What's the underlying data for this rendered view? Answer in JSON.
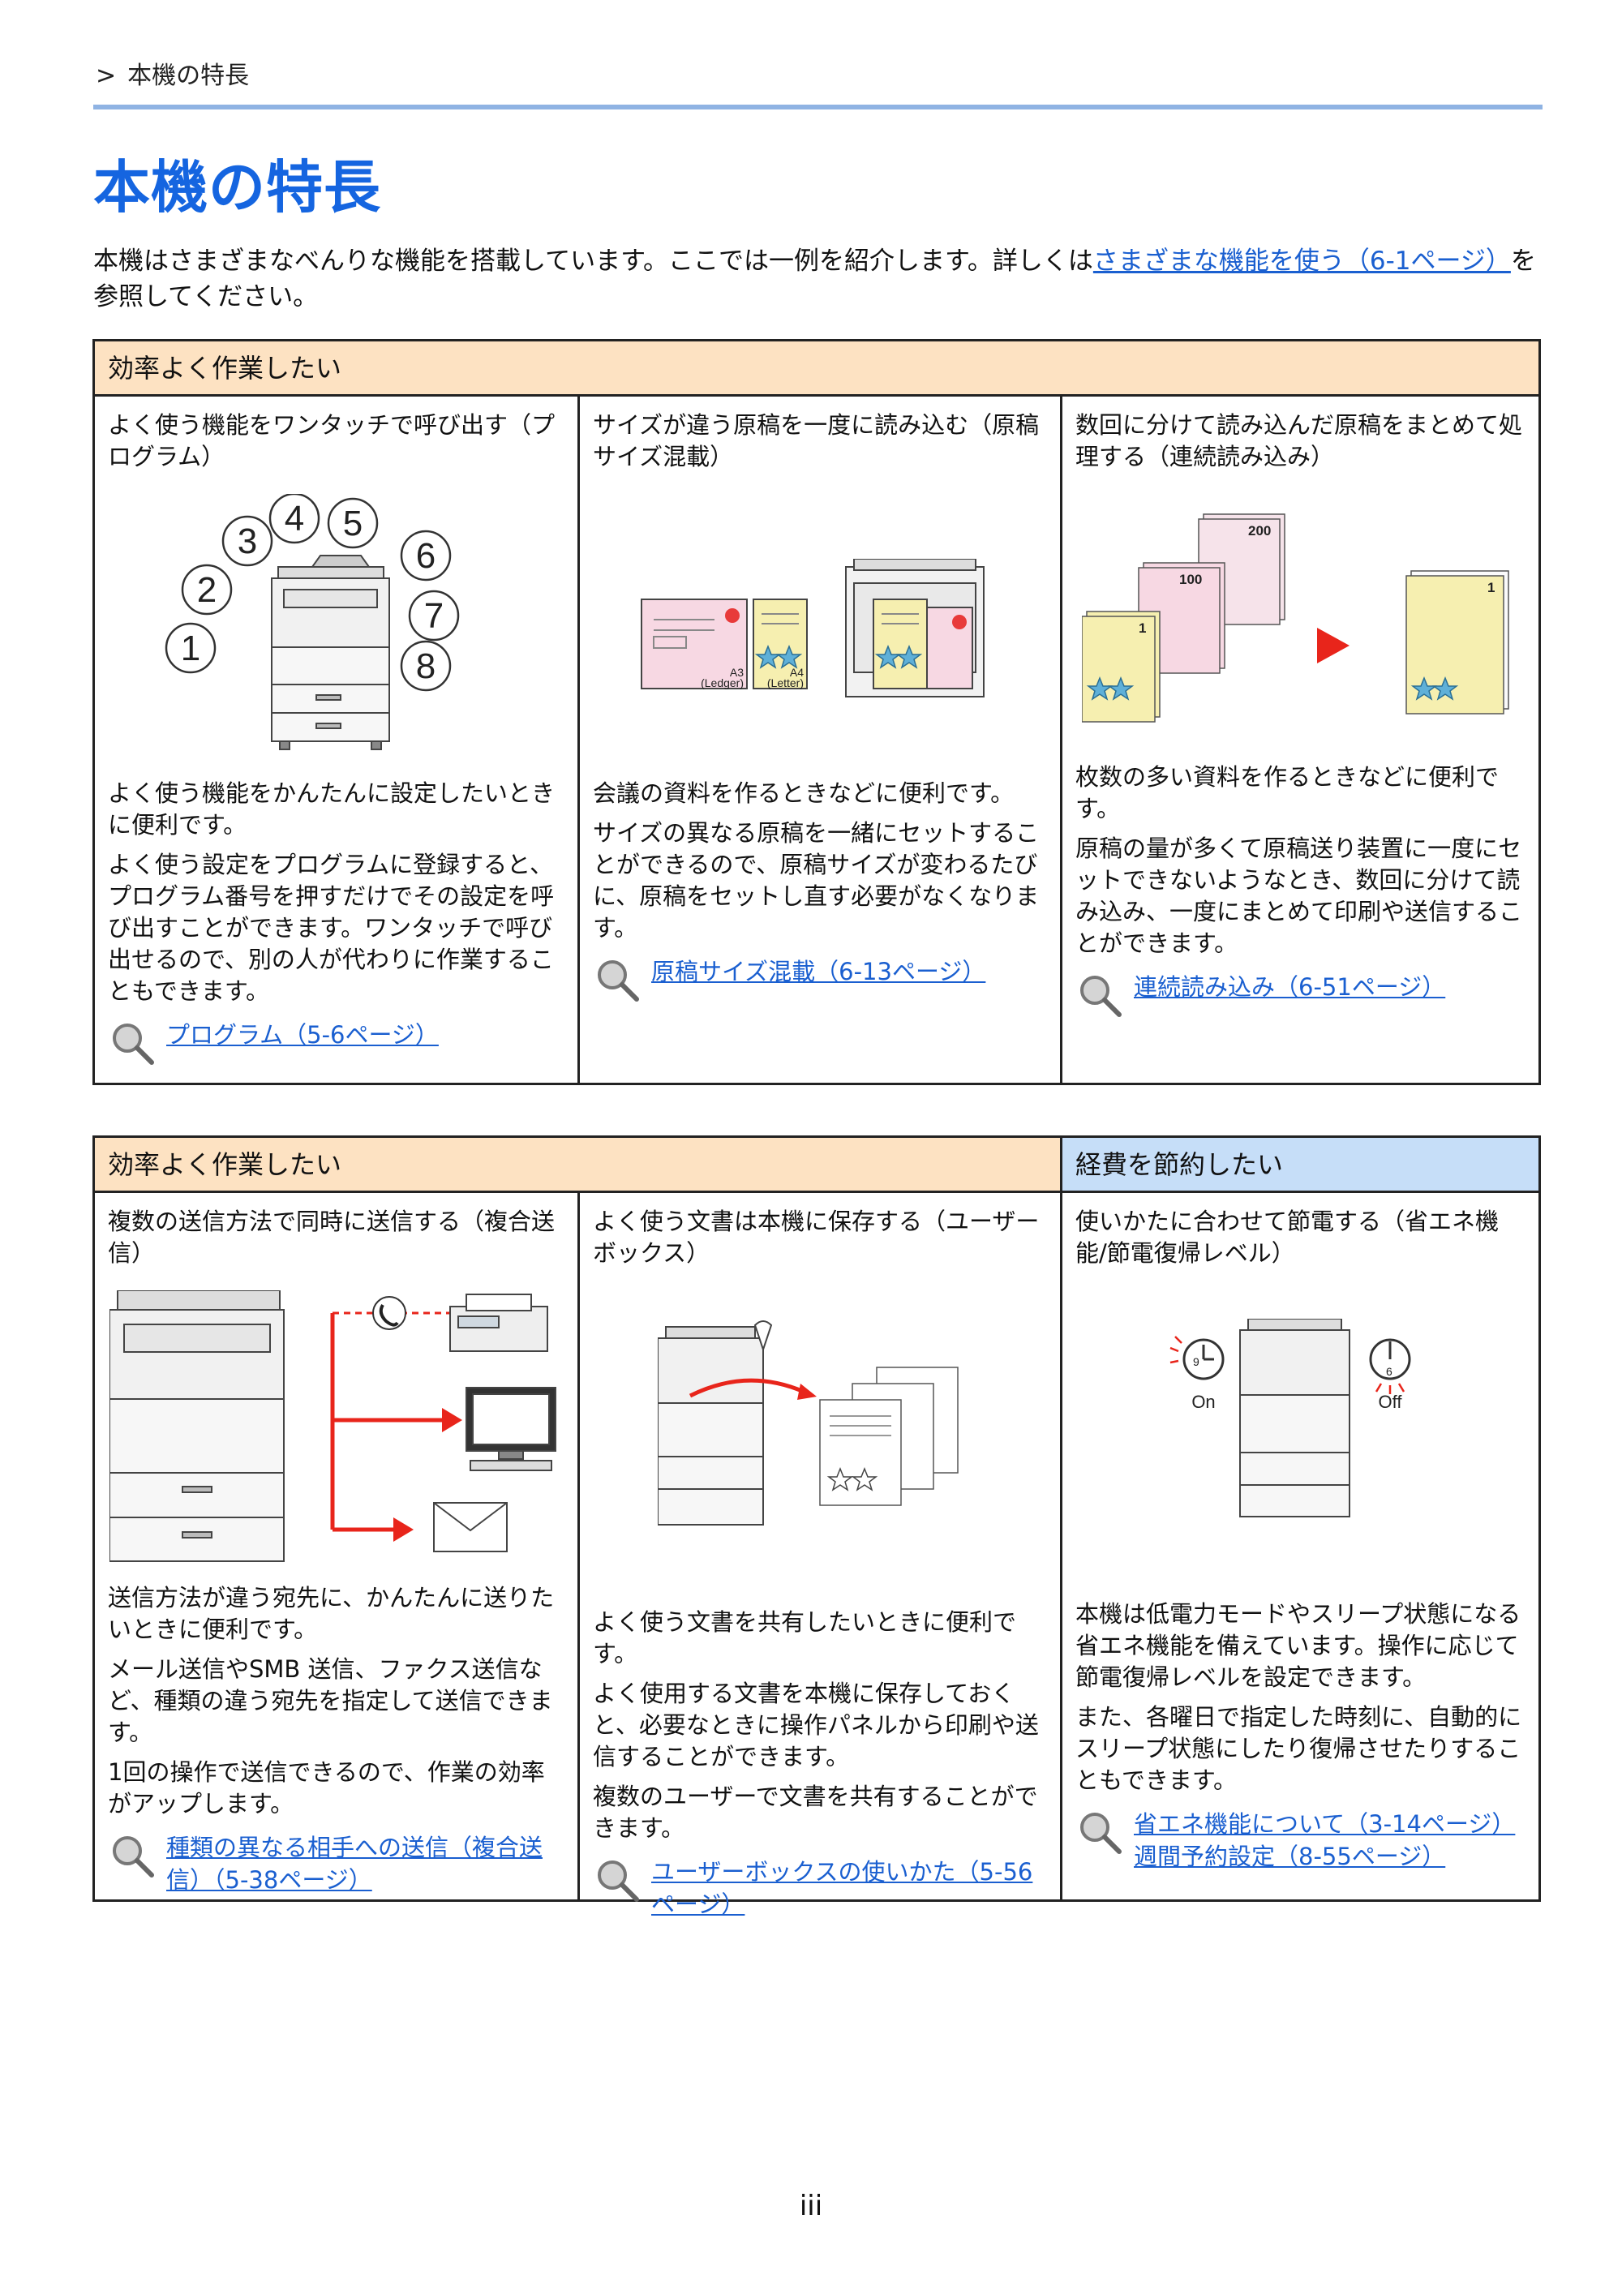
{
  "breadcrumb": {
    "chevron": ">",
    "label": "本機の特長"
  },
  "title": "本機の特長",
  "intro": {
    "text_before": "本機はさまざまなべんりな機能を搭載しています。ここでは一例を紹介します。詳しくは",
    "link": "さまざまな機能を使う（6-1ページ）",
    "text_after": "を参照してください。"
  },
  "panel1": {
    "band": "効率よく作業したい",
    "columns": [
      {
        "title": "よく使う機能をワンタッチで呼び出す（プログラム）",
        "figure_numbers": [
          "1",
          "2",
          "3",
          "4",
          "5",
          "6",
          "7",
          "8"
        ],
        "paragraphs": [
          "よく使う機能をかんたんに設定したいときに便利です。",
          "よく使う設定をプログラムに登録すると、プログラム番号を押すだけでその設定を呼び出すことができます。ワンタッチで呼び出せるので、別の人が代わりに作業することもできます。"
        ],
        "links": [
          "プログラム（5-6ページ）"
        ]
      },
      {
        "title": "サイズが違う原稿を一度に読み込む（原稿サイズ混載）",
        "figure_labels": {
          "a3": "A3",
          "ledger": "(Ledger)",
          "a4": "A4",
          "letter": "(Letter)"
        },
        "paragraphs": [
          "会議の資料を作るときなどに便利です。",
          "サイズの異なる原稿を一緒にセットすることができるので、原稿サイズが変わるたびに、原稿をセットし直す必要がなくなります。"
        ],
        "links": [
          "原稿サイズ混載（6-13ページ）"
        ]
      },
      {
        "title": "数回に分けて読み込んだ原稿をまとめて処理する（連続読み込み）",
        "figure_labels": {
          "n200": "200",
          "n100": "100",
          "n1": "1"
        },
        "paragraphs": [
          "枚数の多い資料を作るときなどに便利です。",
          "原稿の量が多くて原稿送り装置に一度にセットできないようなとき、数回に分けて読み込み、一度にまとめて印刷や送信することができます。"
        ],
        "links": [
          "連続読み込み（6-51ページ）"
        ]
      }
    ]
  },
  "panel2": {
    "band_left": "効率よく作業したい",
    "band_right": "経費を節約したい",
    "columns": [
      {
        "title": "複数の送信方法で同時に送信する（複合送信）",
        "paragraphs": [
          "送信方法が違う宛先に、かんたんに送りたいときに便利です。",
          "メール送信やSMB 送信、ファクス送信など、種類の違う宛先を指定して送信できます。",
          "1回の操作で送信できるので、作業の効率がアップします。"
        ],
        "links": [
          "種類の異なる相手への送信（複合送信）（5-38ページ）"
        ]
      },
      {
        "title": "よく使う文書は本機に保存する（ユーザーボックス）",
        "paragraphs": [
          "よく使う文書を共有したいときに便利です。",
          "よく使用する文書を本機に保存しておくと、必要なときに操作パネルから印刷や送信することができます。",
          "複数のユーザーで文書を共有することができます。"
        ],
        "links": [
          "ユーザーボックスの使いかた（5-56ページ）"
        ]
      },
      {
        "title": "使いかたに合わせて節電する（省エネ機能/節電復帰レベル）",
        "figure_labels": {
          "on": "On",
          "off": "Off",
          "clock_on": "9",
          "clock_off": "6"
        },
        "paragraphs": [
          "本機は低電力モードやスリープ状態になる省エネ機能を備えています。操作に応じて節電復帰レベルを設定できます。",
          "また、各曜日で指定した時刻に、自動的にスリープ状態にしたり復帰させたりすることもできます。"
        ],
        "links": [
          "省エネ機能について（3-14ページ）",
          "週間予約設定（8-55ページ）"
        ]
      }
    ]
  },
  "page_number": "iii"
}
